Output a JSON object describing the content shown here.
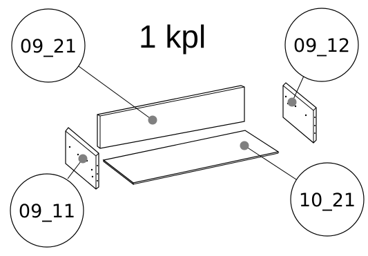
{
  "title": "1 kpl",
  "callouts": [
    {
      "id": "c1",
      "label": "09_21"
    },
    {
      "id": "c2",
      "label": "09_12"
    },
    {
      "id": "c3",
      "label": "09_11"
    },
    {
      "id": "c4",
      "label": "10_21"
    }
  ],
  "colors": {
    "line": "#000000",
    "marker": "#808080",
    "background": "#ffffff"
  }
}
